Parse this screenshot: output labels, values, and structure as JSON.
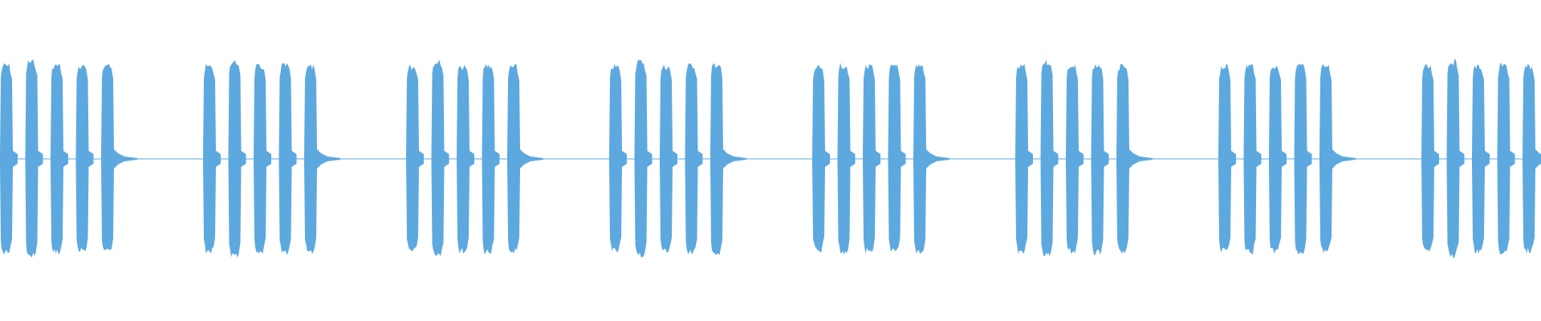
{
  "waveform": {
    "color": "#5DA9DF",
    "background": "#FFFFFF",
    "group_count": 8,
    "pulses_per_group": 5,
    "peak_amplitudes": [
      [
        0.81,
        0.84,
        0.81,
        0.8,
        0.81
      ],
      [
        0.8,
        0.84,
        0.8,
        0.81,
        0.8
      ],
      [
        0.8,
        0.84,
        0.8,
        0.81,
        0.8
      ],
      [
        0.8,
        0.84,
        0.8,
        0.81,
        0.82
      ],
      [
        0.79,
        0.81,
        0.8,
        0.8,
        0.81
      ],
      [
        0.8,
        0.84,
        0.8,
        0.81,
        0.8
      ],
      [
        0.8,
        0.81,
        0.8,
        0.81,
        0.8
      ],
      [
        0.8,
        0.84,
        0.8,
        0.81,
        0.8
      ]
    ],
    "pulse_shape": [
      "noisy-plateau",
      "noisy-plateau",
      "noisy-plateau",
      "noisy-plateau",
      "decaying-tail"
    ],
    "silence_level": 0.01
  }
}
